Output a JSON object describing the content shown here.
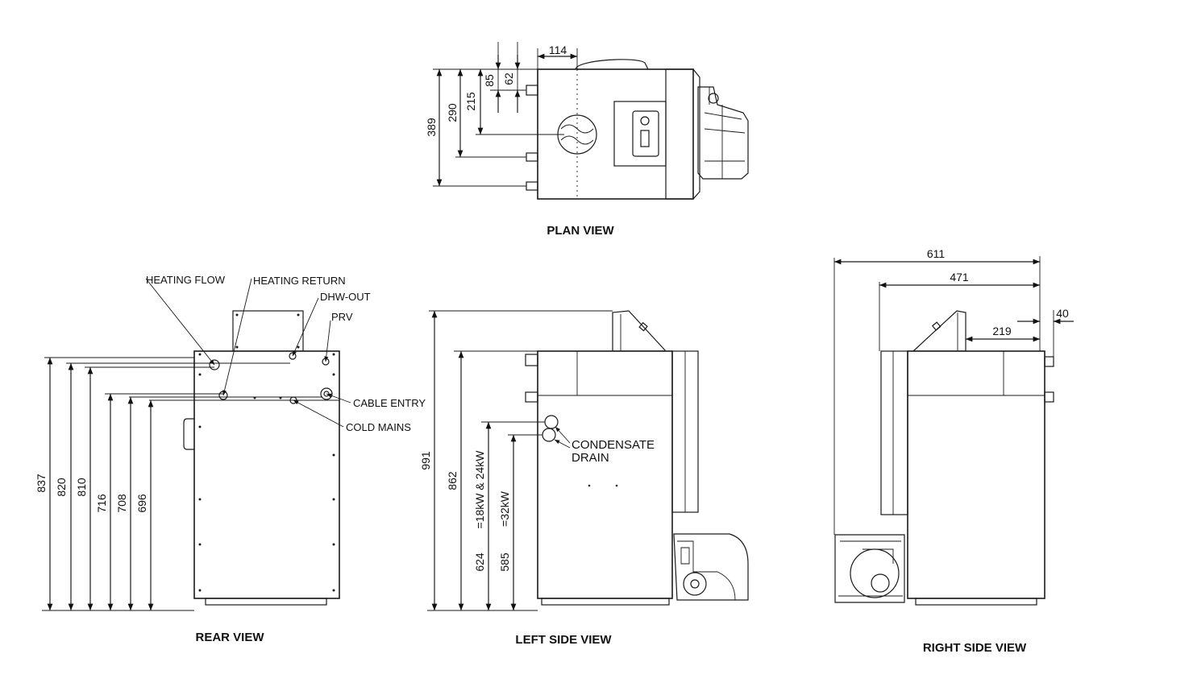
{
  "views": {
    "plan": {
      "title": "PLAN VIEW",
      "dims": {
        "d114": "114",
        "d85": "85",
        "d62": "62",
        "d215": "215",
        "d290": "290",
        "d389": "389"
      }
    },
    "rear": {
      "title": "REAR VIEW",
      "labels": {
        "heating_flow": "HEATING FLOW",
        "heating_return": "HEATING RETURN",
        "dhw_out": "DHW-OUT",
        "prv": "PRV",
        "cable_entry": "CABLE ENTRY",
        "cold_mains": "COLD MAINS"
      },
      "dims": {
        "d837": "837",
        "d820": "820",
        "d810": "810",
        "d716": "716",
        "d708": "708",
        "d696": "696"
      }
    },
    "left": {
      "title": "LEFT SIDE VIEW",
      "labels": {
        "condensate_1": "CONDENSATE",
        "condensate_2": "DRAIN"
      },
      "dims": {
        "d991": "991",
        "d862": "862",
        "d624": "624",
        "d585": "585",
        "n1824": "=18kW & 24kW",
        "n32": "=32kW"
      }
    },
    "right": {
      "title": "RIGHT SIDE VIEW",
      "dims": {
        "d611": "611",
        "d471": "471",
        "d219": "219",
        "d40": "40"
      }
    }
  }
}
